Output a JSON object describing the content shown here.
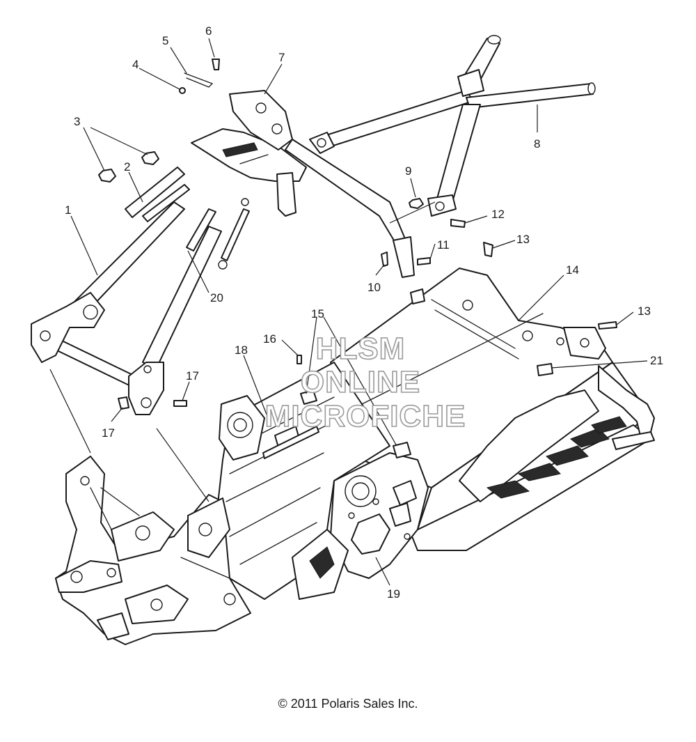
{
  "diagram": {
    "callouts": [
      "1",
      "2",
      "3",
      "4",
      "5",
      "6",
      "7",
      "8",
      "9",
      "10",
      "11",
      "12",
      "13",
      "13",
      "14",
      "15",
      "16",
      "17",
      "17",
      "18",
      "19",
      "20",
      "21"
    ],
    "watermark": [
      "HLSM",
      "ONLINE",
      "MICROFICHE"
    ],
    "copyright": "© 2011 Polaris Sales Inc."
  }
}
